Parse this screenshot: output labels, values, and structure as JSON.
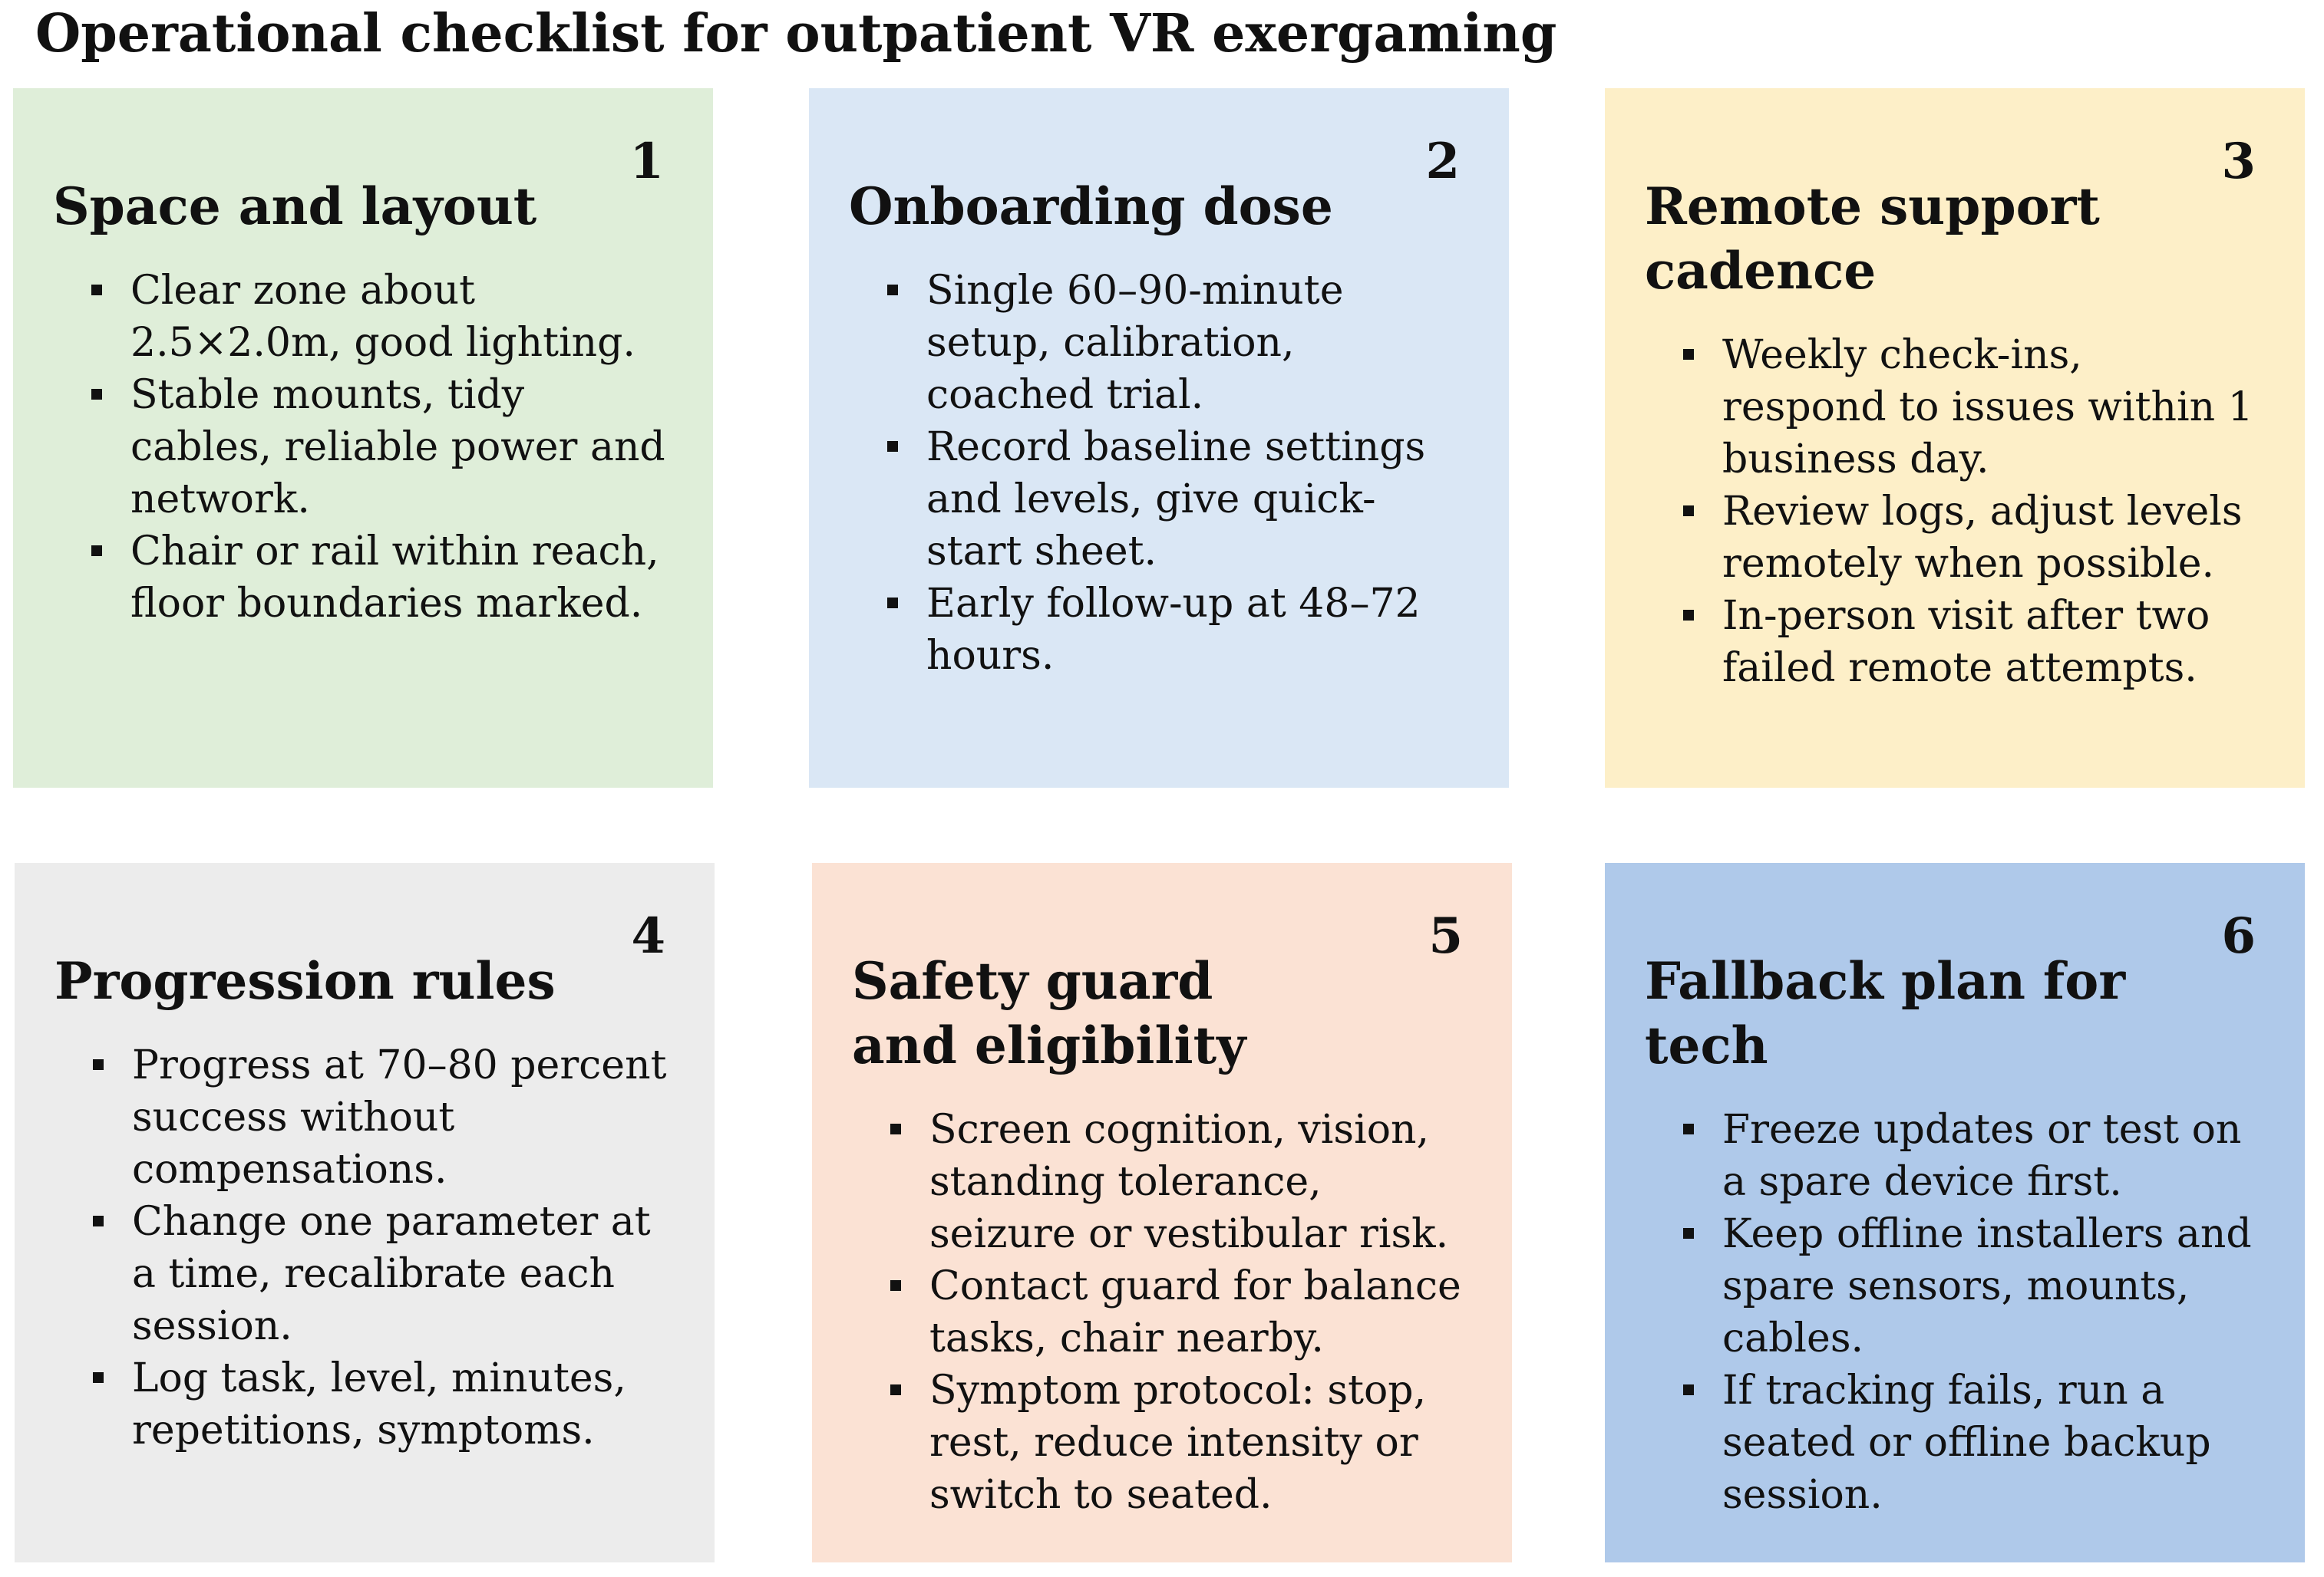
{
  "title": "Operational checklist for outpatient VR exergaming",
  "cards": [
    {
      "number": "1",
      "heading": "Space and layout",
      "color": "#dfeed9",
      "items": [
        "Clear zone about 2.5×2.0m, good lighting.",
        "Stable mounts, tidy cables, reliable power and network.",
        "Chair or rail within reach, floor boundaries marked."
      ]
    },
    {
      "number": "2",
      "heading": "Onboarding dose",
      "color": "#dae7f5",
      "items": [
        "Single 60–90-minute setup, calibration, coached trial.",
        "Record baseline settings and levels, give quick-start sheet.",
        "Early follow-up at 48–72 hours."
      ]
    },
    {
      "number": "3",
      "heading": "Remote support\ncadence",
      "color": "#fdefc8",
      "items": [
        "Weekly check-ins, respond to issues within 1 business day.",
        "Review logs, adjust levels remotely when possible.",
        "In-person visit after two failed remote attempts."
      ]
    },
    {
      "number": "4",
      "heading": "Progression rules",
      "color": "#ececec",
      "items": [
        "Progress at 70–80 percent success without compensations.",
        "Change one parameter at a time, recalibrate each session.",
        "Log task, level, minutes, repetitions, symptoms."
      ]
    },
    {
      "number": "5",
      "heading": "Safety guard\nand eligibility",
      "color": "#fbe2d4",
      "items": [
        "Screen cognition, vision, standing tolerance, seizure or vestibular risk.",
        "Contact guard for balance tasks, chair nearby.",
        "Symptom protocol: stop, rest, reduce intensity or switch to seated."
      ]
    },
    {
      "number": "6",
      "heading": "Fallback plan for tech",
      "color": "#afc9ea",
      "items": [
        "Freeze updates or test on a spare device first.",
        "Keep offline installers and spare sensors, mounts, cables.",
        "If tracking fails, run a seated or offline backup session."
      ]
    }
  ]
}
